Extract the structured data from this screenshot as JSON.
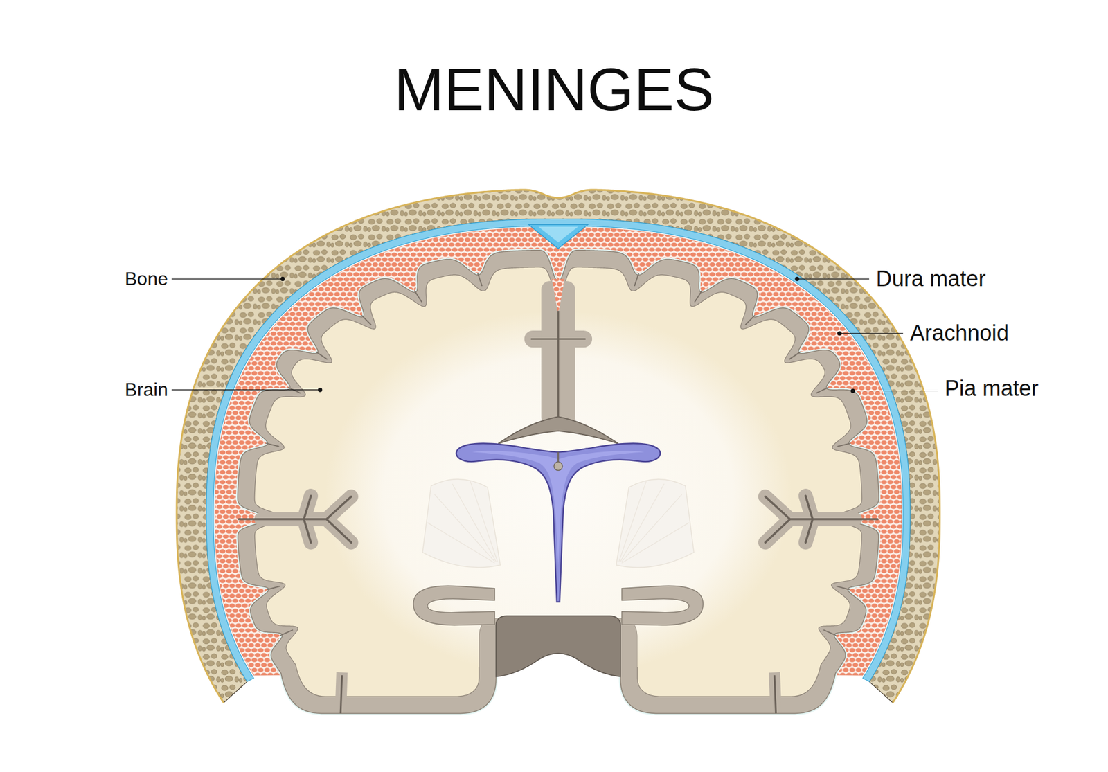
{
  "diagram": {
    "title": "MENINGES",
    "labels": [
      "Bone",
      "Dura mater",
      "Arachnoid",
      "Brain",
      "Pia mater"
    ]
  }
}
